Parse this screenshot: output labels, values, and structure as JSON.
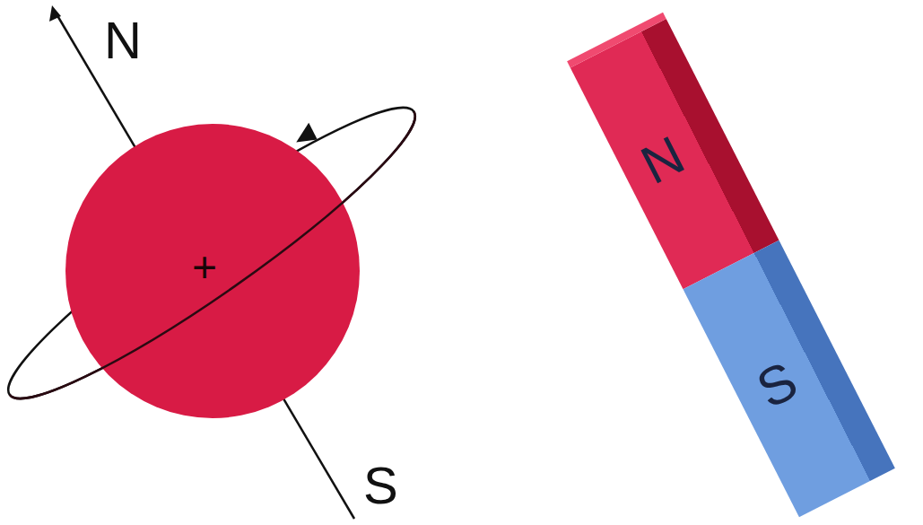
{
  "diagram": {
    "nodes": [
      {
        "text": [
          "+"
        ]
      },
      {
        "text": [
          "N"
        ]
      },
      {
        "text": [
          "S"
        ]
      }
    ],
    "labels": [
      "N",
      "S"
    ]
  }
}
